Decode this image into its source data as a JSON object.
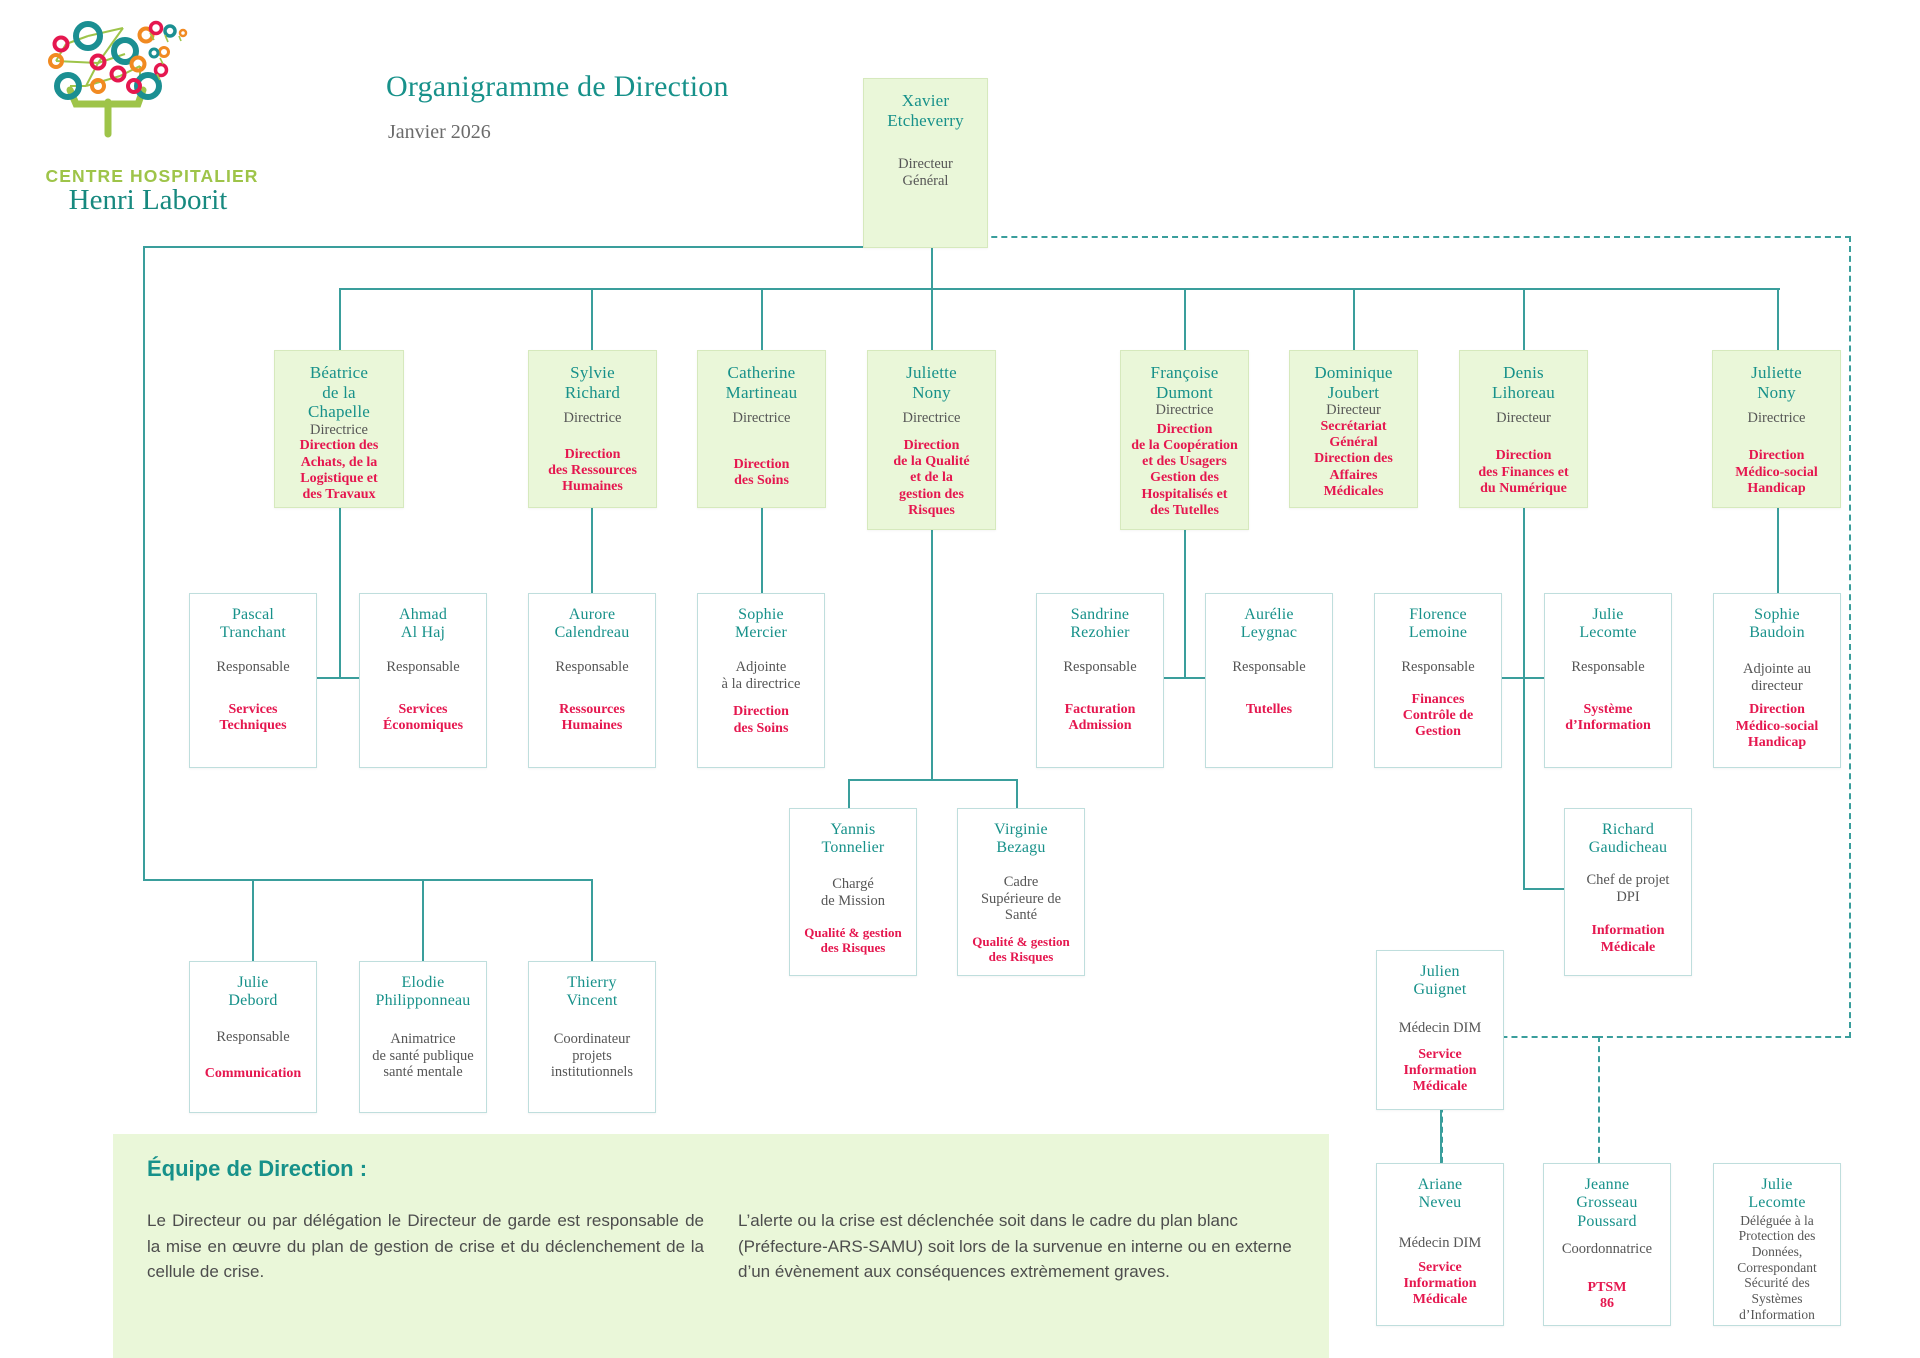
{
  "brand": {
    "logo_icon": "tree-network-logo",
    "line1": "CENTRE HOSPITALIER",
    "line2": "Henri Laborit"
  },
  "header": {
    "title": "Organigramme de Direction",
    "subtitle": "Janvier 2026"
  },
  "colors": {
    "name": "#17918a",
    "role": "#565656",
    "department": "#e5174f",
    "green_fill": "#eaf7d9",
    "line": "#3a9e9c"
  },
  "nodes": {
    "dg": {
      "name": "Xavier\nEtcheverry",
      "role": "Directeur\nGénéral",
      "dept": ""
    },
    "dir1": {
      "name": "Béatrice\nde la\nChapelle",
      "role": "Directrice",
      "dept": "Direction des\nAchats, de la\nLogistique et\ndes Travaux"
    },
    "dir2": {
      "name": "Sylvie\nRichard",
      "role": "Directrice",
      "dept": "Direction\ndes Ressources\nHumaines"
    },
    "dir3": {
      "name": "Catherine\nMartineau",
      "role": "Directrice",
      "dept": "Direction\ndes Soins"
    },
    "dir4": {
      "name": "Juliette\nNony",
      "role": "Directrice",
      "dept": "Direction\nde la Qualité\net de la\ngestion des\nRisques"
    },
    "dir5": {
      "name": "Françoise\nDumont",
      "role": "Directrice",
      "dept": "Direction\nde la Coopération\net des Usagers\nGestion des\nHospitalisés et\ndes Tutelles"
    },
    "dir6": {
      "name": "Dominique\nJoubert",
      "role": "Directeur",
      "dept": "Secrétariat\nGénéral\nDirection des\nAffaires\nMédicales"
    },
    "dir7": {
      "name": "Denis\nLihoreau",
      "role": "Directeur",
      "dept": "Direction\ndes Finances et\ndu Numérique"
    },
    "dir8": {
      "name": "Juliette\nNony",
      "role": "Directrice",
      "dept": "Direction\nMédico-social\nHandicap"
    },
    "r3a": {
      "name": "Pascal\nTranchant",
      "role": "Responsable",
      "dept": "Services\nTechniques"
    },
    "r3b": {
      "name": "Ahmad\nAl Haj",
      "role": "Responsable",
      "dept": "Services\nÉconomiques"
    },
    "r3c": {
      "name": "Aurore\nCalendreau",
      "role": "Responsable",
      "dept": "Ressources\nHumaines"
    },
    "r3d": {
      "name": "Sophie\nMercier",
      "role": "Adjointe\nà la directrice",
      "dept": "Direction\ndes Soins"
    },
    "r3e": {
      "name": "Sandrine\nRezohier",
      "role": "Responsable",
      "dept": "Facturation\nAdmission"
    },
    "r3f": {
      "name": "Aurélie\nLeygnac",
      "role": "Responsable",
      "dept": "Tutelles"
    },
    "r3g": {
      "name": "Florence\nLemoine",
      "role": "Responsable",
      "dept": "Finances\nContrôle de\nGestion"
    },
    "r3h": {
      "name": "Julie\nLecomte",
      "role": "Responsable",
      "dept": "Système\nd’Information"
    },
    "r3i": {
      "name": "Sophie\nBaudoin",
      "role": "Adjointe au\ndirecteur",
      "dept": "Direction\nMédico-social\nHandicap"
    },
    "r4a": {
      "name": "Yannis\nTonnelier",
      "role": "Chargé\nde Mission",
      "dept": "Qualité & gestion\ndes Risques"
    },
    "r4b": {
      "name": "Virginie\nBezagu",
      "role": "Cadre\nSupérieure de\nSanté",
      "dept": "Qualité & gestion\ndes Risques"
    },
    "r4c": {
      "name": "Richard\nGaudicheau",
      "role": "Chef de projet\nDPI",
      "dept": "Information\nMédicale"
    },
    "r5a": {
      "name": "Julie\nDebord",
      "role": "Responsable",
      "dept": "Communication"
    },
    "r5b": {
      "name": "Elodie\nPhilipponneau",
      "role": "Animatrice\nde santé publique\nsanté mentale",
      "dept": ""
    },
    "r5c": {
      "name": "Thierry\nVincent",
      "role": "Coordinateur\nprojets\ninstitutionnels",
      "dept": ""
    },
    "m1": {
      "name": "Julien\nGuignet",
      "role": "Médecin DIM",
      "dept": "Service\nInformation\nMédicale"
    },
    "m2": {
      "name": "Ariane\nNeveu",
      "role": "Médecin DIM",
      "dept": "Service\nInformation\nMédicale"
    },
    "m3": {
      "name": "Jeanne\nGrosseau\nPoussard",
      "role": "Coordonnatrice",
      "dept": "PTSM\n86"
    },
    "m4": {
      "name": "Julie\nLecomte",
      "role": "Déléguée à la\nProtection des\nDonnées,\nCorrespondant\nSécurité des\nSystèmes\nd’Information",
      "dept": ""
    }
  },
  "footer": {
    "heading": "Équipe de Direction :",
    "paragraph_left": "Le Directeur ou par délégation le Directeur de garde est responsable de la mise en œuvre du plan de gestion de crise et du déclenchement de la cellule de crise.",
    "paragraph_right": "L’alerte ou la crise est déclenchée soit dans le cadre du plan blanc (Préfecture-ARS-SAMU) soit lors de la survenue en interne ou en externe d’un évènement aux conséquences extrèmement graves."
  }
}
